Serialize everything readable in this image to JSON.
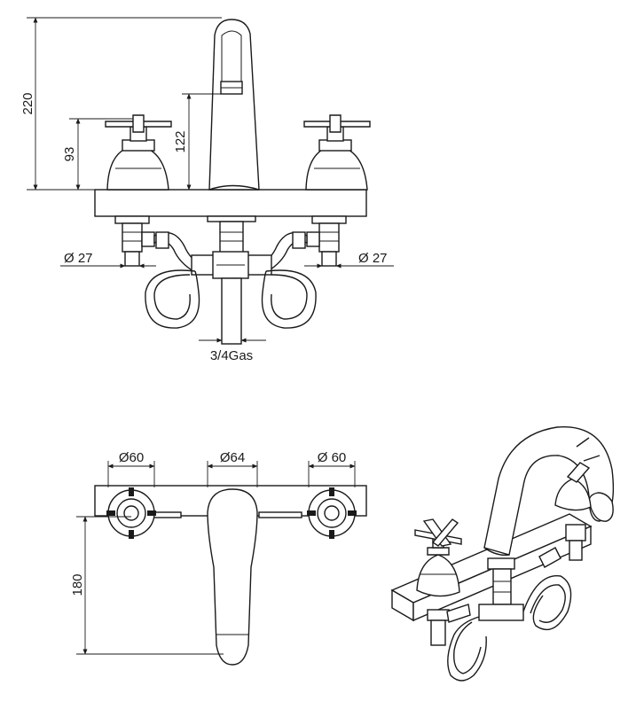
{
  "colors": {
    "line": "#1a1a1a",
    "background": "#ffffff"
  },
  "front_view": {
    "height_total": "220",
    "height_handle": "93",
    "height_spout": "122",
    "diameter_left": "Ø 27",
    "diameter_right": "Ø 27",
    "connection": "3/4Gas"
  },
  "top_view": {
    "diameter_left": "Ø60",
    "diameter_center": "Ø64",
    "diameter_right": "Ø 60",
    "projection": "180"
  }
}
